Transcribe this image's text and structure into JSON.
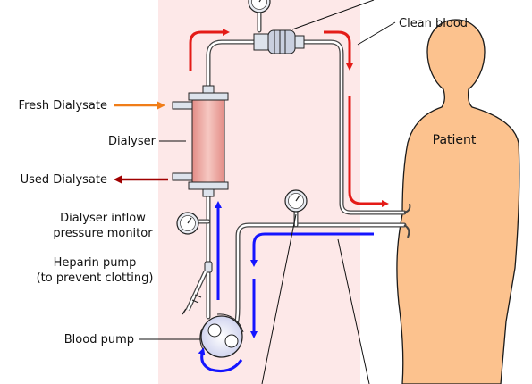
{
  "labels": {
    "fresh_dialysate": "Fresh Dialysate",
    "dialyser": "Dialyser",
    "used_dialysate": "Used Dialysate",
    "dialyser_inflow_line1": "Dialyser inflow",
    "dialyser_inflow_line2": "pressure monitor",
    "heparin_line1": "Heparin pump",
    "heparin_line2": "(to prevent clotting)",
    "blood_pump": "Blood pump",
    "clean_blood": "Clean blood",
    "patient": "Patient"
  },
  "colors": {
    "machine_background": "#fde8e8",
    "clean_blood_arrow": "#e41b17",
    "dirty_blood_arrow": "#1515ff",
    "fresh_dialysate_arrow": "#f07d18",
    "used_dialysate_arrow": "#a00000",
    "patient_skin": "#fcc28e",
    "dialyser_fill": "#e9a59f"
  },
  "icons": [
    "pressure-gauge-icon",
    "air-trap-icon",
    "dialyser-icon",
    "blood-pump-icon",
    "syringe-icon",
    "patient-silhouette-icon"
  ]
}
